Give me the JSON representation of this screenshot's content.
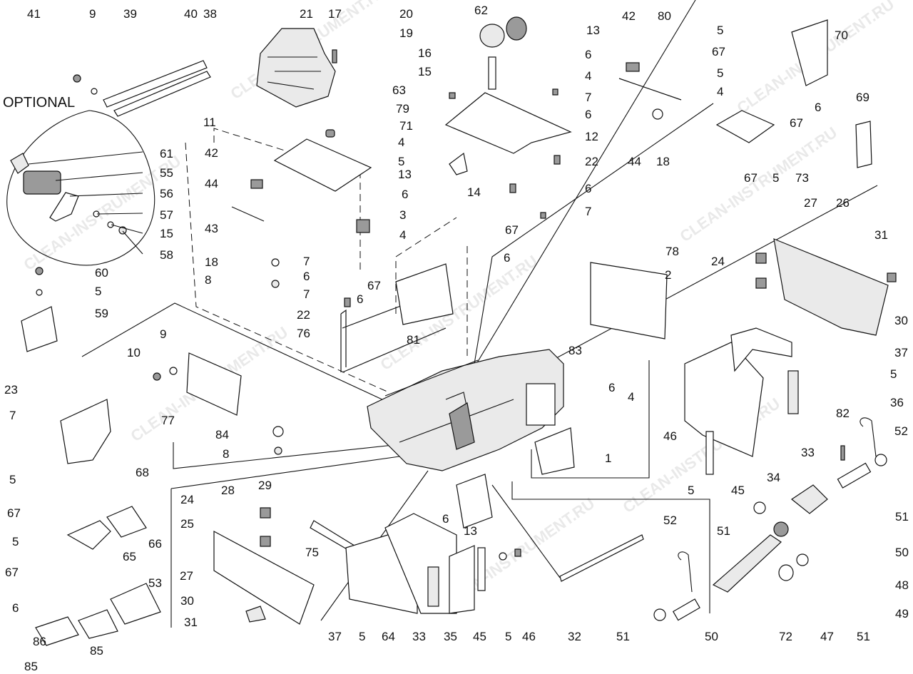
{
  "optional_label": "OPTIONAL",
  "watermark": "CLEAN-INSTRUMENT.RU",
  "callouts": [
    {
      "id": "c41",
      "text": "41"
    },
    {
      "id": "c9a",
      "text": "9"
    },
    {
      "id": "c39",
      "text": "39"
    },
    {
      "id": "c40",
      "text": "40"
    },
    {
      "id": "c38",
      "text": "38"
    },
    {
      "id": "c21",
      "text": "21"
    },
    {
      "id": "c17",
      "text": "17"
    },
    {
      "id": "c20",
      "text": "20"
    },
    {
      "id": "c62",
      "text": "62"
    },
    {
      "id": "c13a",
      "text": "13"
    },
    {
      "id": "c42a",
      "text": "42"
    },
    {
      "id": "c80",
      "text": "80"
    },
    {
      "id": "c5a",
      "text": "5"
    },
    {
      "id": "c70",
      "text": "70"
    },
    {
      "id": "c19",
      "text": "19"
    },
    {
      "id": "c6a",
      "text": "6"
    },
    {
      "id": "c67a",
      "text": "67"
    },
    {
      "id": "c16",
      "text": "16"
    },
    {
      "id": "c4a",
      "text": "4"
    },
    {
      "id": "c5b",
      "text": "5"
    },
    {
      "id": "c15a",
      "text": "15"
    },
    {
      "id": "c63",
      "text": "63"
    },
    {
      "id": "c7a",
      "text": "7"
    },
    {
      "id": "c4b",
      "text": "4"
    },
    {
      "id": "c79",
      "text": "79"
    },
    {
      "id": "c6b",
      "text": "6"
    },
    {
      "id": "c69",
      "text": "69"
    },
    {
      "id": "c11",
      "text": "11"
    },
    {
      "id": "c71",
      "text": "71"
    },
    {
      "id": "c12",
      "text": "12"
    },
    {
      "id": "c6c",
      "text": "6"
    },
    {
      "id": "c67b",
      "text": "67"
    },
    {
      "id": "c4c",
      "text": "4"
    },
    {
      "id": "c44a",
      "text": "44"
    },
    {
      "id": "c18a",
      "text": "18"
    },
    {
      "id": "c42b",
      "text": "42"
    },
    {
      "id": "c5c",
      "text": "5"
    },
    {
      "id": "c22a",
      "text": "22"
    },
    {
      "id": "c61",
      "text": "61"
    },
    {
      "id": "c13b",
      "text": "13"
    },
    {
      "id": "c67c",
      "text": "67"
    },
    {
      "id": "c5d",
      "text": "5"
    },
    {
      "id": "c73",
      "text": "73"
    },
    {
      "id": "c55",
      "text": "55"
    },
    {
      "id": "c6d",
      "text": "6"
    },
    {
      "id": "c14",
      "text": "14"
    },
    {
      "id": "c44b",
      "text": "44"
    },
    {
      "id": "c6e",
      "text": "6"
    },
    {
      "id": "c56",
      "text": "56"
    },
    {
      "id": "c7b",
      "text": "7"
    },
    {
      "id": "c27a",
      "text": "27"
    },
    {
      "id": "c26",
      "text": "26"
    },
    {
      "id": "c3",
      "text": "3"
    },
    {
      "id": "c57",
      "text": "57"
    },
    {
      "id": "c43",
      "text": "43"
    },
    {
      "id": "c15b",
      "text": "15"
    },
    {
      "id": "c4d",
      "text": "4"
    },
    {
      "id": "c67d",
      "text": "67"
    },
    {
      "id": "c31a",
      "text": "31"
    },
    {
      "id": "c58",
      "text": "58"
    },
    {
      "id": "c6f",
      "text": "6"
    },
    {
      "id": "c7c",
      "text": "7"
    },
    {
      "id": "c78",
      "text": "78"
    },
    {
      "id": "c24a",
      "text": "24"
    },
    {
      "id": "c18b",
      "text": "18"
    },
    {
      "id": "c6g",
      "text": "6"
    },
    {
      "id": "c60",
      "text": "60"
    },
    {
      "id": "c2",
      "text": "2"
    },
    {
      "id": "c8a",
      "text": "8"
    },
    {
      "id": "c67e",
      "text": "67"
    },
    {
      "id": "c7d",
      "text": "7"
    },
    {
      "id": "c5e",
      "text": "5"
    },
    {
      "id": "c6h",
      "text": "6"
    },
    {
      "id": "c59",
      "text": "59"
    },
    {
      "id": "c22b",
      "text": "22"
    },
    {
      "id": "c30a",
      "text": "30"
    },
    {
      "id": "c76",
      "text": "76"
    },
    {
      "id": "c81",
      "text": "81"
    },
    {
      "id": "c9b",
      "text": "9"
    },
    {
      "id": "c37a",
      "text": "37"
    },
    {
      "id": "c10",
      "text": "10"
    },
    {
      "id": "c83",
      "text": "83"
    },
    {
      "id": "c5f",
      "text": "5"
    },
    {
      "id": "c23",
      "text": "23"
    },
    {
      "id": "c36",
      "text": "36"
    },
    {
      "id": "c6i",
      "text": "6"
    },
    {
      "id": "c4e",
      "text": "4"
    },
    {
      "id": "c77",
      "text": "77"
    },
    {
      "id": "c7e",
      "text": "7"
    },
    {
      "id": "c84",
      "text": "84"
    },
    {
      "id": "c82",
      "text": "82"
    },
    {
      "id": "c52a",
      "text": "52"
    },
    {
      "id": "c33a",
      "text": "33"
    },
    {
      "id": "c46a",
      "text": "46"
    },
    {
      "id": "c8b",
      "text": "8"
    },
    {
      "id": "c1",
      "text": "1"
    },
    {
      "id": "c5g",
      "text": "5"
    },
    {
      "id": "c68",
      "text": "68"
    },
    {
      "id": "c34",
      "text": "34"
    },
    {
      "id": "c5h",
      "text": "5"
    },
    {
      "id": "c45a",
      "text": "45"
    },
    {
      "id": "c67f",
      "text": "67"
    },
    {
      "id": "c29",
      "text": "29"
    },
    {
      "id": "c28",
      "text": "28"
    },
    {
      "id": "c24b",
      "text": "24"
    },
    {
      "id": "c51a",
      "text": "51"
    },
    {
      "id": "c51b",
      "text": "51"
    },
    {
      "id": "c25",
      "text": "25"
    },
    {
      "id": "c6j",
      "text": "6"
    },
    {
      "id": "c13c",
      "text": "13"
    },
    {
      "id": "c52b",
      "text": "52"
    },
    {
      "id": "c50a",
      "text": "50"
    },
    {
      "id": "c75",
      "text": "75"
    },
    {
      "id": "c48",
      "text": "48"
    },
    {
      "id": "c5i",
      "text": "5"
    },
    {
      "id": "c66",
      "text": "66"
    },
    {
      "id": "c65",
      "text": "65"
    },
    {
      "id": "c67g",
      "text": "67"
    },
    {
      "id": "c53",
      "text": "53"
    },
    {
      "id": "c27b",
      "text": "27"
    },
    {
      "id": "c49",
      "text": "49"
    },
    {
      "id": "c6k",
      "text": "6"
    },
    {
      "id": "c30b",
      "text": "30"
    },
    {
      "id": "c31b",
      "text": "31"
    },
    {
      "id": "c86",
      "text": "86"
    },
    {
      "id": "c85a",
      "text": "85"
    },
    {
      "id": "c37b",
      "text": "37"
    },
    {
      "id": "c5j",
      "text": "5"
    },
    {
      "id": "c64",
      "text": "64"
    },
    {
      "id": "c33b",
      "text": "33"
    },
    {
      "id": "c35",
      "text": "35"
    },
    {
      "id": "c45b",
      "text": "45"
    },
    {
      "id": "c5k",
      "text": "5"
    },
    {
      "id": "c46b",
      "text": "46"
    },
    {
      "id": "c32",
      "text": "32"
    },
    {
      "id": "c51c",
      "text": "51"
    },
    {
      "id": "c50b",
      "text": "50"
    },
    {
      "id": "c72",
      "text": "72"
    },
    {
      "id": "c47",
      "text": "47"
    },
    {
      "id": "c51d",
      "text": "51"
    },
    {
      "id": "c85b",
      "text": "85"
    }
  ]
}
